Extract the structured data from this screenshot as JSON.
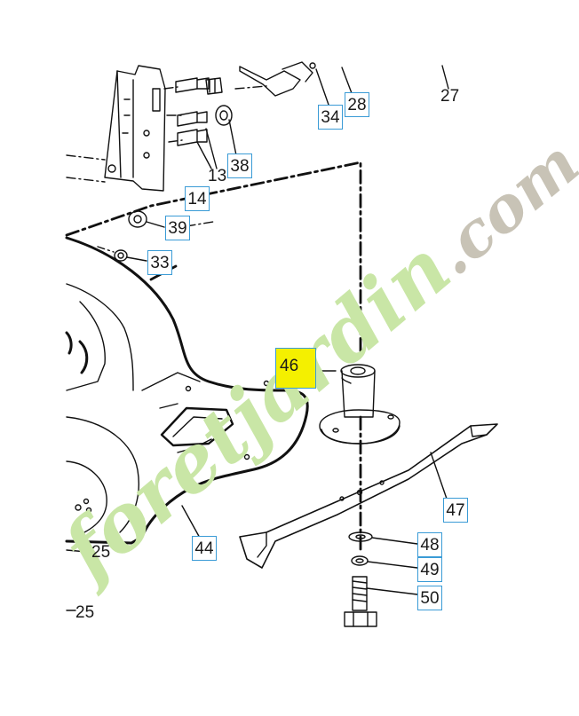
{
  "watermark": {
    "part1": "foret",
    "part2": "jardin",
    "part3": ".com",
    "colors": {
      "green": "#c9e6a6",
      "orange": "#f6c98f",
      "gray": "#c8c3b6"
    }
  },
  "callouts": {
    "c34": "34",
    "c28": "28",
    "c27": "27",
    "c13": "13",
    "c38": "38",
    "c14": "14",
    "c39": "39",
    "c33": "33",
    "c46": "46",
    "c47": "47",
    "c44": "44",
    "c25a": "25",
    "c48": "48",
    "c49": "49",
    "c50": "50",
    "c25b": "25"
  },
  "highlighted_part": "46",
  "colors": {
    "callout_border": "#3a9bd6",
    "highlight": "#f4f000",
    "line": "#111111"
  }
}
